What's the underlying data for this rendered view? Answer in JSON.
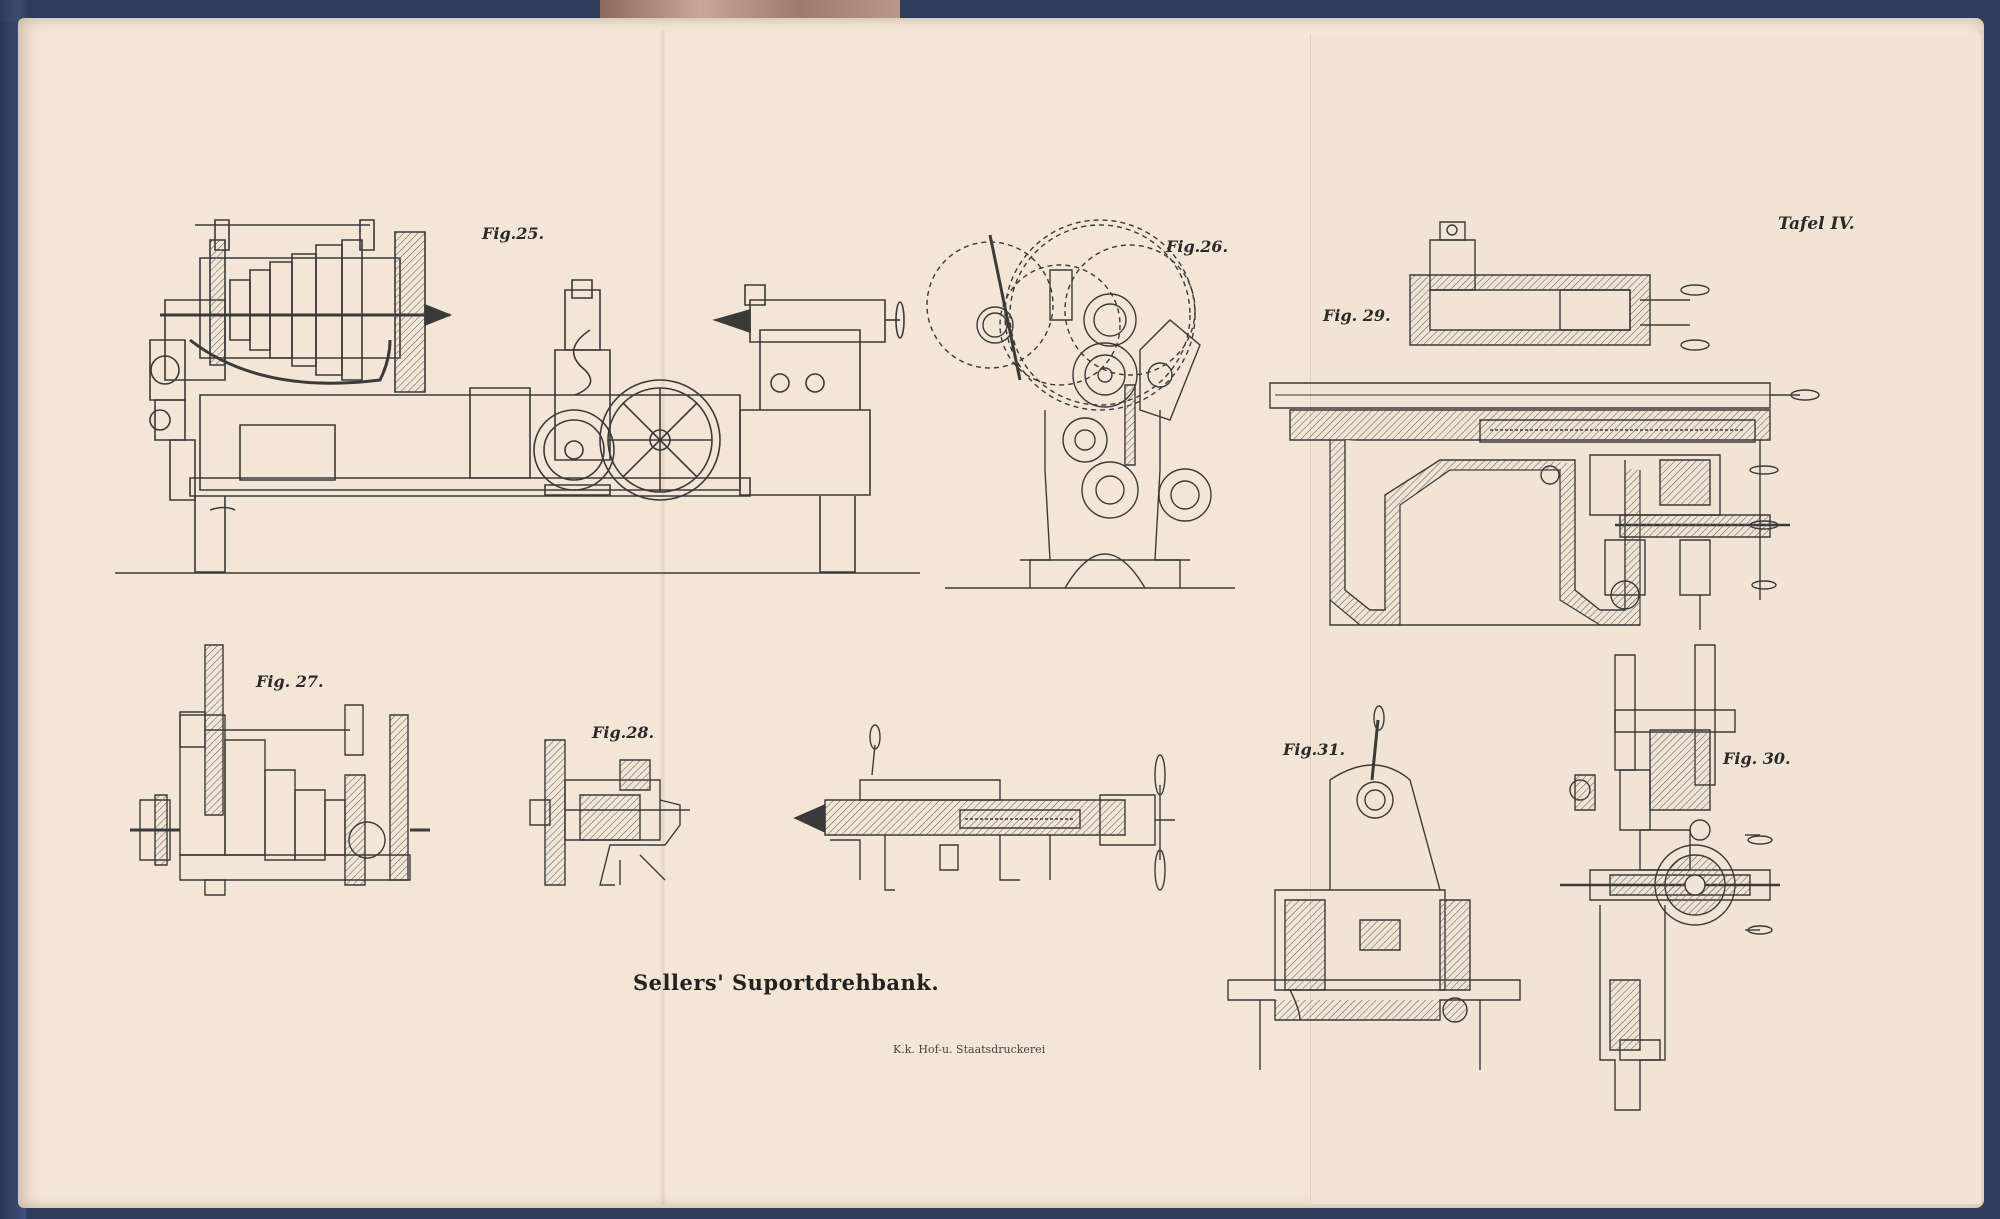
{
  "plate": {
    "title": "Sellers' Suportdrehbank.",
    "tafel": "Tafel IV.",
    "printer": "K.k. Hof-u. Staatsdruckerei"
  },
  "figures": [
    {
      "id": "fig25",
      "label": "Fig.25."
    },
    {
      "id": "fig26",
      "label": "Fig.26."
    },
    {
      "id": "fig27",
      "label": "Fig. 27."
    },
    {
      "id": "fig28",
      "label": "Fig.28."
    },
    {
      "id": "fig29",
      "label": "Fig. 29."
    },
    {
      "id": "fig30",
      "label": "Fig. 30."
    },
    {
      "id": "fig31",
      "label": "Fig.31."
    }
  ],
  "colors": {
    "paper": "#f3e6d6",
    "ink": "#3a3a3a",
    "hatch": "#8a8580"
  }
}
